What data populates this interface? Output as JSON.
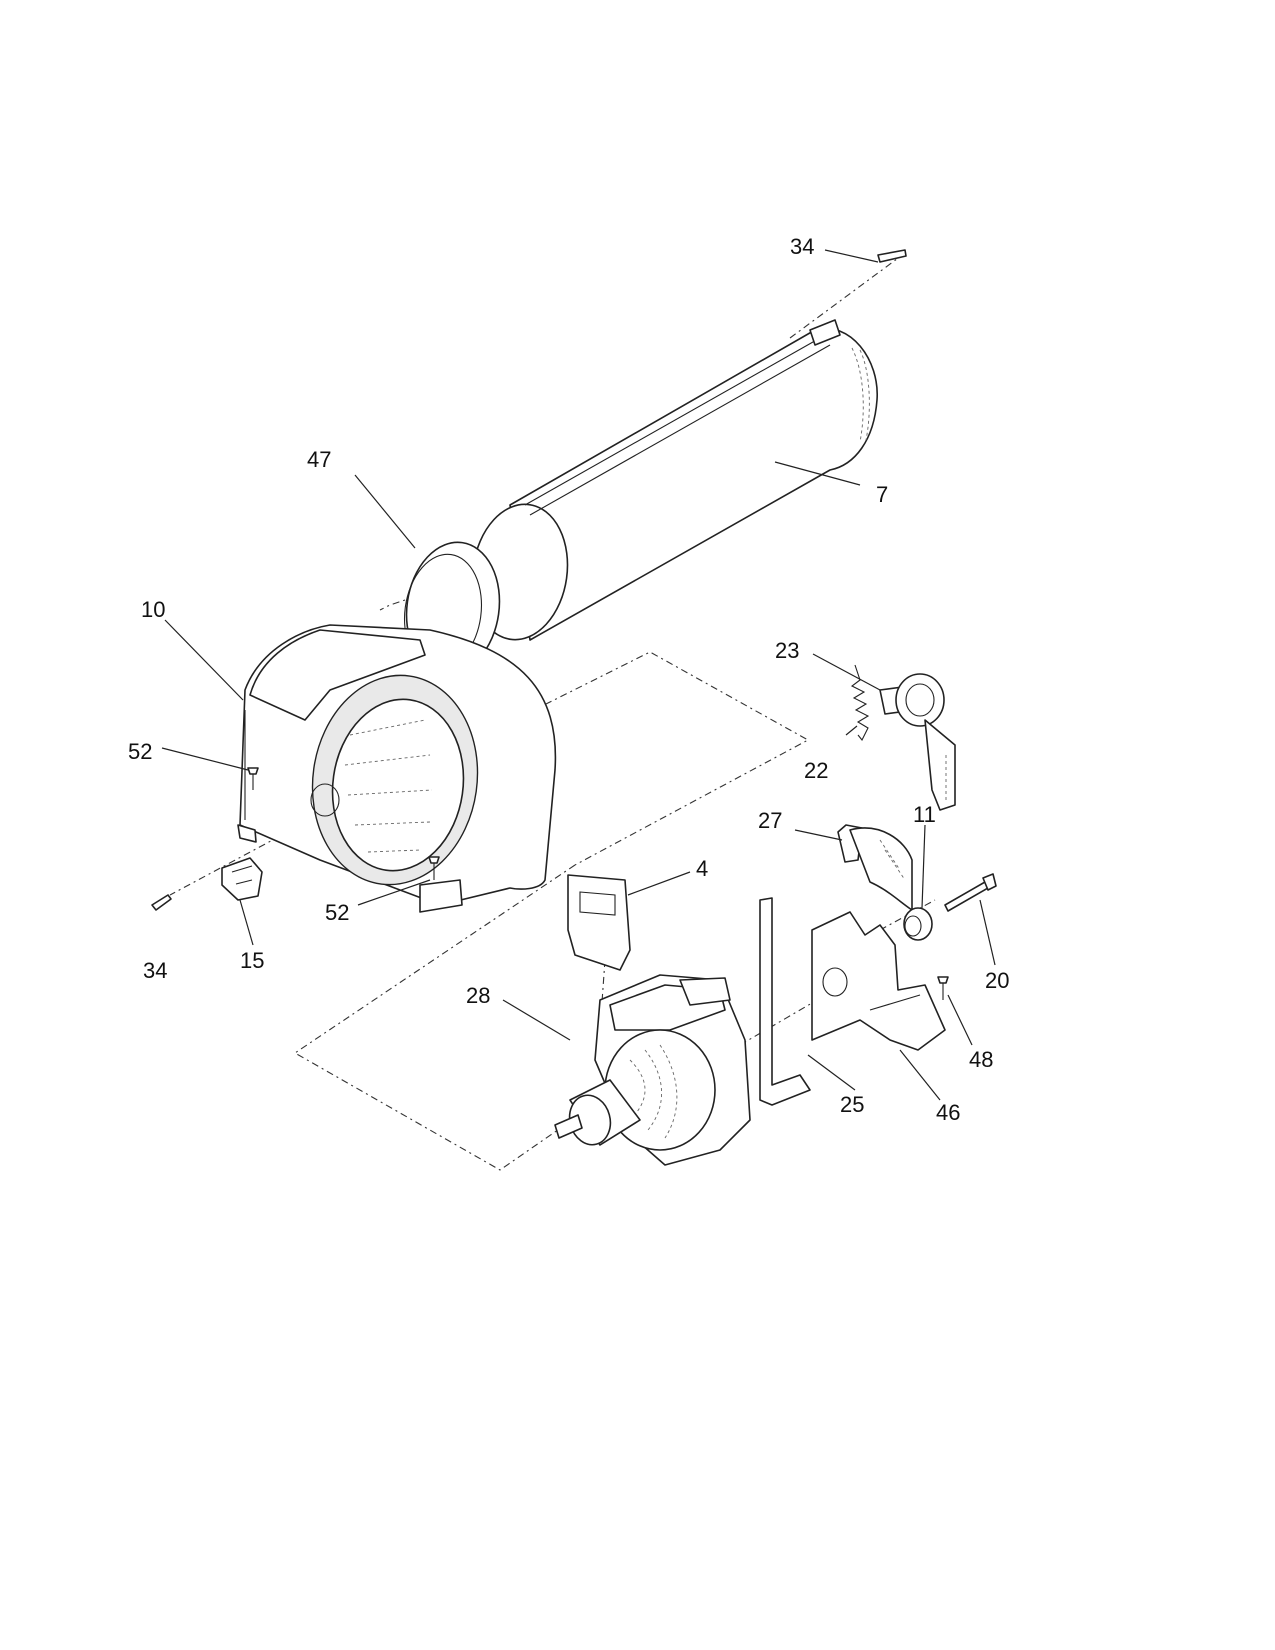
{
  "callouts": {
    "c34_top": "34",
    "c47": "47",
    "c7": "7",
    "c10": "10",
    "c23": "23",
    "c52_left": "52",
    "c22": "22",
    "c27": "27",
    "c11": "11",
    "c4": "4",
    "c52_bottom": "52",
    "c34_left": "34",
    "c15": "15",
    "c20": "20",
    "c28": "28",
    "c48": "48",
    "c25": "25",
    "c46": "46"
  }
}
